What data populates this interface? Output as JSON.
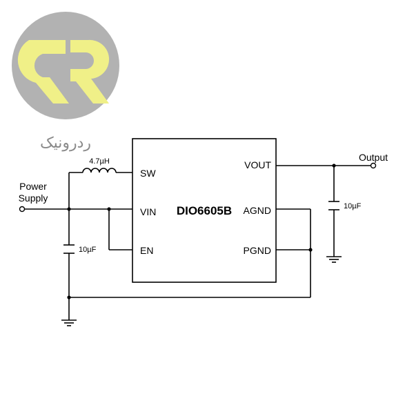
{
  "logo": {
    "text": "ردرونیک",
    "circle_color": "#b2b2b2",
    "letter_color": "#f0f088"
  },
  "chip": {
    "name": "DIO6605B",
    "pins": {
      "sw": "SW",
      "vin": "VIN",
      "en": "EN",
      "vout": "VOUT",
      "agnd": "AGND",
      "pgnd": "PGND"
    }
  },
  "components": {
    "inductor": "4.7µH",
    "input_cap": "10µF",
    "output_cap": "10µF"
  },
  "terminals": {
    "power_line1": "Power",
    "power_line2": "Supply",
    "output": "Output"
  }
}
